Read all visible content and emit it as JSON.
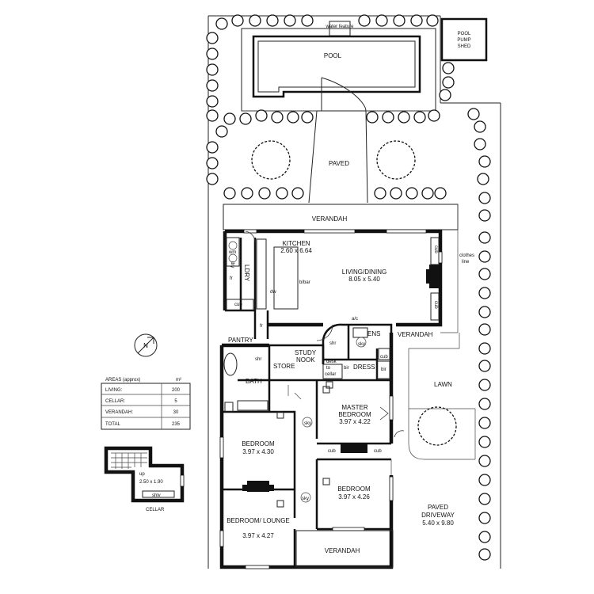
{
  "labels": {
    "water_feature": "water feature",
    "pool": "POOL",
    "pool_pump_shed": [
      "POOL",
      "PUMP",
      "SHED"
    ],
    "paved": "PAVED",
    "verandah_north": "VERANDAH",
    "kitchen": "KITCHEN",
    "kitchen_size": "2.60 x 6.64",
    "living_dining": "LIVING/DINING",
    "living_dining_size": "8.05 x 5.40",
    "lndry": "LDRY",
    "wm": "wm",
    "dry": "dry",
    "fr": "fr",
    "cub": "cub",
    "dw": "dw",
    "bbar": "b/bar",
    "ac": "a/c",
    "clothes_line": [
      "clothes",
      "line"
    ],
    "pantry": "PANTRY",
    "study_nook": [
      "STUDY",
      "NOOK"
    ],
    "store": "STORE",
    "shr": "shr",
    "sky": "sky",
    "ens": "ENS",
    "verandah_east": "VERANDAH",
    "desk": "desk",
    "to_cellar": [
      "to",
      "cellar"
    ],
    "bir": "bir",
    "dress": "DRESS",
    "bath": "BATH",
    "lawn": "LAWN",
    "master_bedroom": [
      "MASTER",
      "BEDROOM"
    ],
    "master_bedroom_size": "3.97 x 4.22",
    "bedroom1": "BEDROOM",
    "bedroom1_size": "3.97 x 4.30",
    "bedroom2": "BEDROOM",
    "bedroom2_size": "3.97 x 4.26",
    "bedroom_lounge": "BEDROOM/ LOUNGE",
    "bedroom_lounge_size": "3.97 x 4.27",
    "verandah_south": "VERANDAH",
    "paved_driveway": [
      "PAVED",
      "DRIVEWAY"
    ],
    "driveway_size": "5.40 x 9.80",
    "north": "N",
    "cellar": "CELLAR",
    "cellar_size": "2.50 x 1.90",
    "cellar_up": "up",
    "cellar_shlv": "shlv"
  },
  "areas": {
    "title": "AREAS (approx)",
    "unit": "m²",
    "rows": [
      {
        "label": "LIVING:",
        "value": "200"
      },
      {
        "label": "CELLAR:",
        "value": "5"
      },
      {
        "label": "VERANDAH:",
        "value": "30"
      },
      {
        "label": "TOTAL",
        "value": "235"
      }
    ]
  }
}
